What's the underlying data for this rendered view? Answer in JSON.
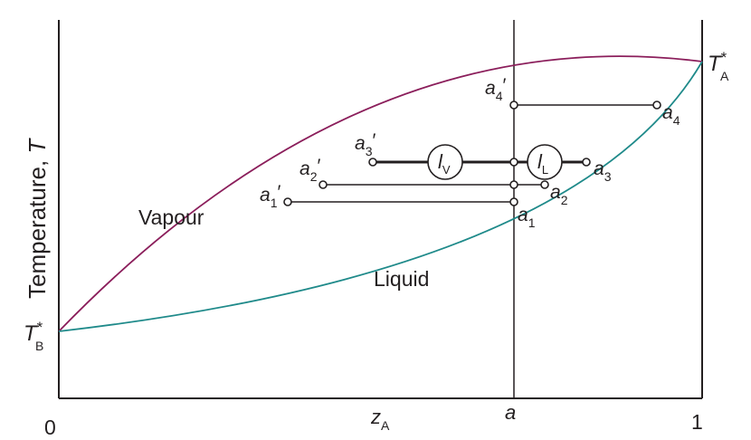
{
  "axes": {
    "ylabel": "Temperature, ",
    "ylabel_var": "T",
    "x_start": "0",
    "x_end": "1",
    "x_var": "z",
    "x_var_sub": "A",
    "x_mark": "a"
  },
  "regions": {
    "vapour": "Vapour",
    "liquid": "Liquid"
  },
  "endpoints": {
    "ta": {
      "main": "T",
      "sup": "*",
      "sub": "A"
    },
    "tb": {
      "main": "T",
      "sup": "*",
      "sub": "B"
    }
  },
  "points": {
    "a1p": {
      "main": "a",
      "sub": "1",
      "prime": "′"
    },
    "a2p": {
      "main": "a",
      "sub": "2",
      "prime": "′"
    },
    "a3p": {
      "main": "a",
      "sub": "3",
      "prime": "′"
    },
    "a4p": {
      "main": "a",
      "sub": "4",
      "prime": "′"
    },
    "a1": {
      "main": "a",
      "sub": "1"
    },
    "a2": {
      "main": "a",
      "sub": "2"
    },
    "a3": {
      "main": "a",
      "sub": "3"
    },
    "a4": {
      "main": "a",
      "sub": "4"
    }
  },
  "levers": {
    "lv": {
      "main": "l",
      "sub": "V"
    },
    "ll": {
      "main": "l",
      "sub": "L"
    }
  },
  "colors": {
    "vapour_curve": "#8b1e5b",
    "liquid_curve": "#1f8a8a",
    "ink": "#231f20"
  }
}
